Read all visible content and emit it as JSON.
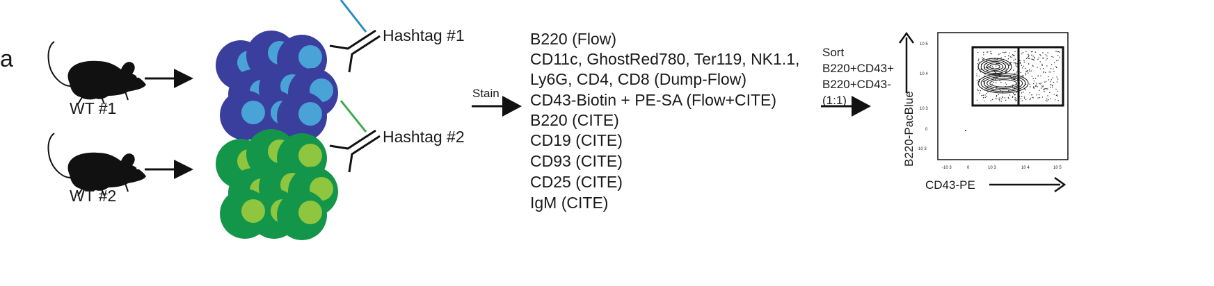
{
  "panel_label": "a",
  "mice": [
    {
      "label": "WT #1"
    },
    {
      "label": "WT #2"
    }
  ],
  "hashtags": [
    {
      "label": "Hashtag #1",
      "outer_color": "#3a3f9e",
      "inner_color": "#4aa3d6",
      "tag_color": "#2b8cc0"
    },
    {
      "label": "Hashtag #2",
      "outer_color": "#14964a",
      "inner_color": "#8fc63f",
      "tag_color": "#3aaa4a"
    }
  ],
  "stain_label": "Stain",
  "panel_markers": [
    "B220 (Flow)",
    "CD11c, GhostRed780, Ter119, NK1.1,",
    "Ly6G, CD4, CD8 (Dump-Flow)",
    "CD43-Biotin + PE-SA (Flow+CITE)",
    "B220 (CITE)",
    "CD19 (CITE)",
    "CD93 (CITE)",
    "CD25 (CITE)",
    "IgM (CITE)"
  ],
  "sort": {
    "lines": [
      "Sort",
      "B220+CD43+",
      "B220+CD43-",
      "(1:1)"
    ]
  },
  "flow_plot": {
    "x_axis_label": "CD43-PE",
    "y_axis_label": "B220-PacBlue",
    "x_ticks": [
      "-10 3",
      "0",
      "10 3",
      "10 4",
      "10 5"
    ],
    "y_ticks": [
      "10 5",
      "10 4",
      "10 3",
      "0",
      "-10 3"
    ],
    "gates": [
      "B220+CD43-",
      "B220+CD43+"
    ]
  }
}
